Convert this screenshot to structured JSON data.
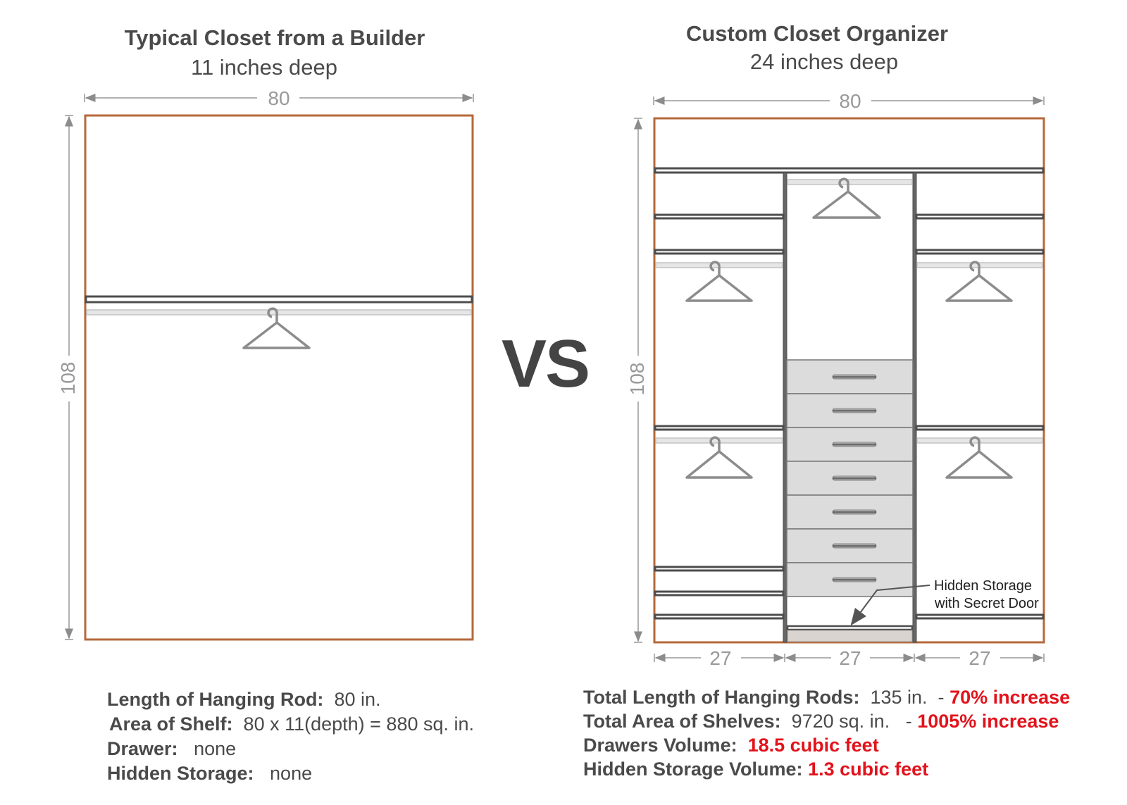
{
  "left": {
    "title": "Typical Closet from a Builder",
    "subtitle": "11 inches deep",
    "dim_width": "80",
    "dim_height": "108",
    "stats": [
      {
        "label": "Length of Hanging Rod:",
        "value": "80 in."
      },
      {
        "label": "Area of Shelf:",
        "value": "80 x 11(depth) = 880 sq. in."
      },
      {
        "label": "Drawer:",
        "value": "none"
      },
      {
        "label": "Hidden Storage:",
        "value": "none"
      }
    ]
  },
  "vs_label": "VS",
  "right": {
    "title": "Custom Closet Organizer",
    "subtitle": "24 inches deep",
    "dim_width": "80",
    "dim_height": "108",
    "dim_sections": [
      "27",
      "27",
      "27"
    ],
    "callout_line1": "Hidden Storage",
    "callout_line2": "with Secret Door",
    "stats": [
      {
        "label": "Total Length of Hanging Rods:",
        "value": "135 in.",
        "dash": "-",
        "highlight": "70% increase"
      },
      {
        "label": "Total Area of Shelves:",
        "value": "9720 sq. in.",
        "dash": "-",
        "highlight": "1005% increase"
      },
      {
        "label": "Drawers Volume:",
        "value": "",
        "dash": "",
        "highlight": "18.5 cubic feet"
      },
      {
        "label": "Hidden Storage Volume:",
        "value": "",
        "dash": "",
        "highlight": "1.3 cubic feet"
      }
    ]
  },
  "colors": {
    "frame": "#b5693a",
    "shelf": "#4d4d4d",
    "rod": "#d4d4d4",
    "hanger": "#8c8c8c",
    "drawer": "#dcdcdc",
    "accent_red": "#e3121b"
  }
}
